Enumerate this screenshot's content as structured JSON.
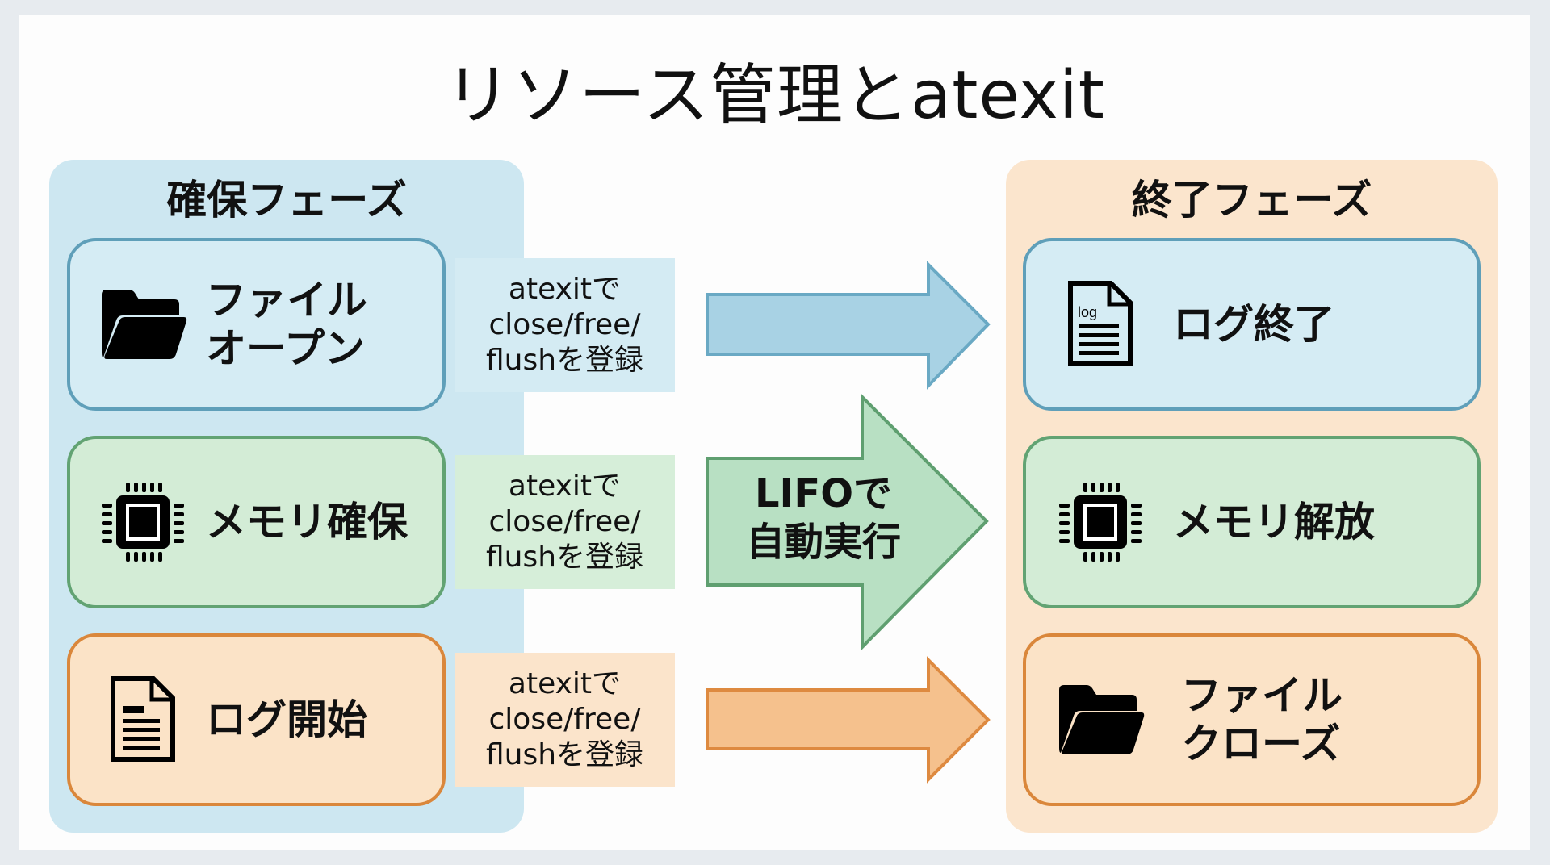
{
  "title": "リソース管理とatexit",
  "colors": {
    "blue_fill": "#d5ecf4",
    "blue_border": "#5f9fb9",
    "blue_arrow": "#a8d2e4",
    "green_fill": "#d3ecd6",
    "green_border": "#62a373",
    "green_arrow": "#b7e0c3",
    "orange_fill": "#fbe3c7",
    "orange_border": "#da873b",
    "orange_arrow": "#f5c08b",
    "left_panel_bg": "#cde7f1",
    "right_panel_bg": "#fbe5cd"
  },
  "acquire_phase": {
    "heading": "確保フェーズ",
    "items": [
      {
        "label": "ファイル\nオープン",
        "icon": "folder-open-icon",
        "color": "blue"
      },
      {
        "label": "メモリ確保",
        "icon": "chip-icon",
        "color": "green"
      },
      {
        "label": "ログ開始",
        "icon": "log-document-icon",
        "color": "orange"
      }
    ]
  },
  "register_labels": [
    "atexitで\nclose/free/\nflushを登録",
    "atexitで\nclose/free/\nflushを登録",
    "atexitで\nclose/free/\nflushを登録"
  ],
  "center_arrow": {
    "label": "LIFOで\n自動実行"
  },
  "exit_phase": {
    "heading": "終了フェーズ",
    "items": [
      {
        "label": "ログ終了",
        "icon": "log-document-icon",
        "icon_text": "log",
        "color": "blue"
      },
      {
        "label": "メモリ解放",
        "icon": "chip-icon",
        "color": "green"
      },
      {
        "label": "ファイル\nクローズ",
        "icon": "folder-open-icon",
        "color": "orange"
      }
    ]
  }
}
